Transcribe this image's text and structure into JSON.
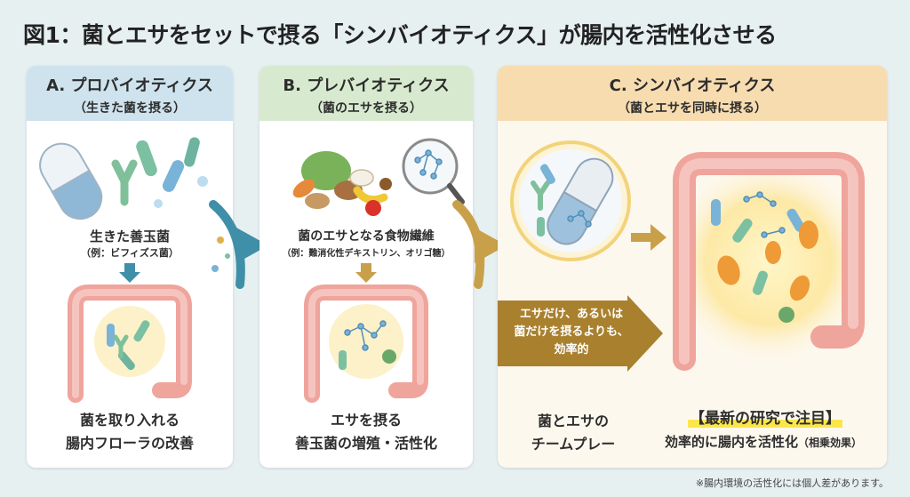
{
  "title": "図1：菌とエサをセットで摂る「シンバイオティクス」が腸内を活性化させる",
  "panel_a": {
    "heading": "A. プロバイオティクス",
    "subheading": "（生きた菌を摂る）",
    "label": "生きた善玉菌",
    "label_sub": "（例：ビフィズス菌）",
    "caption_line1": "菌を取り入れる",
    "caption_line2": "腸内フローラの改善"
  },
  "panel_b": {
    "heading": "B. プレバイオティクス",
    "subheading": "（菌のエサを摂る）",
    "label": "菌のエサとなる食物繊維",
    "label_sub": "（例：難消化性デキストリン、オリゴ糖）",
    "caption_line1": "エサを摂る",
    "caption_line2": "善玉菌の増殖・活性化"
  },
  "panel_c": {
    "heading": "C. シンバイオティクス",
    "subheading": "（菌とエサを同時に摂る）",
    "arrow_line1": "エサだけ、あるいは",
    "arrow_line2": "菌だけを摂るよりも、",
    "arrow_line3": "効率的",
    "caption_left_line1": "菌とエサの",
    "caption_left_line2": "チームプレー",
    "highlight": "【最新の研究で注目】",
    "caption_right_main": "効率的に腸内を活性化",
    "caption_right_sub": "（相乗効果）"
  },
  "footnote": "※腸内環境の活性化には個人差があります。",
  "colors": {
    "panel_a_header": "#cfe3ee",
    "panel_b_header": "#d7eacf",
    "panel_c_header": "#f7dcb0",
    "arrow_teal": "#3f8fa8",
    "arrow_gold": "#c9a04a",
    "arrow_brown": "#a9802e",
    "intestine": "#efa49c",
    "highlight": "#fbe64a"
  }
}
